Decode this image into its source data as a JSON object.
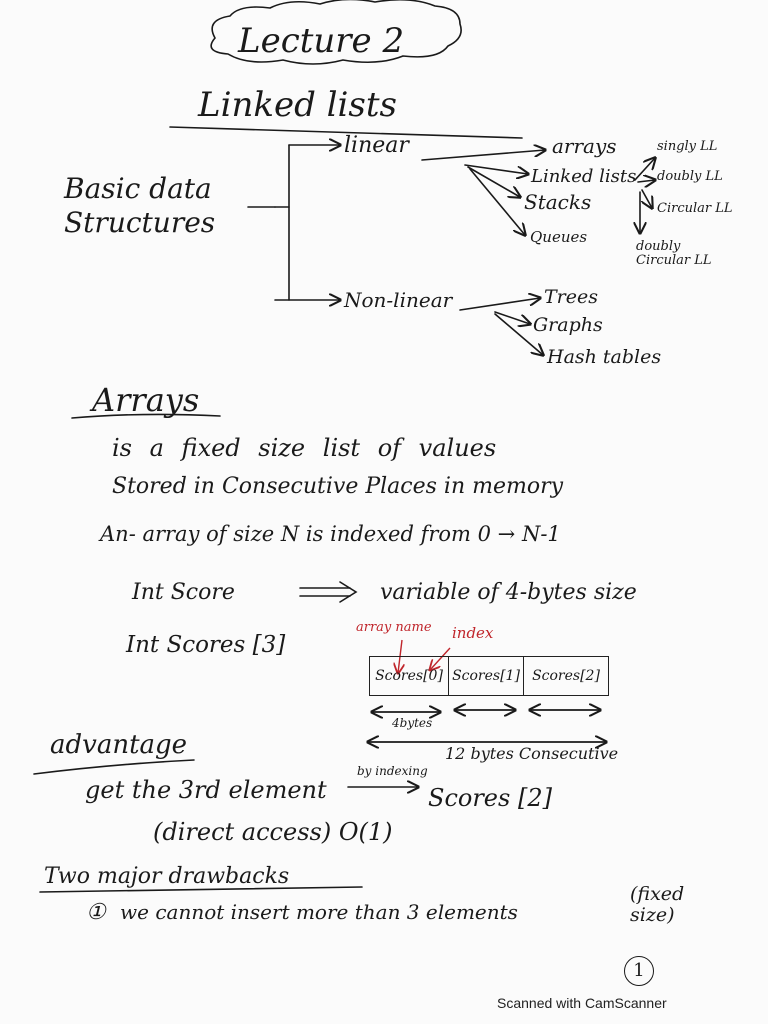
{
  "header": {
    "lecture": "Lecture 2",
    "topic": "Linked lists"
  },
  "tree": {
    "root": "Basic data Structures",
    "linear": "linear",
    "nonlinear": "Non-linear",
    "linear_items": [
      "arrays",
      "Linked lists",
      "Stacks",
      "Queues"
    ],
    "ll_types": [
      "singly LL",
      "doubly LL",
      "Circular LL",
      "doubly Circular LL"
    ],
    "nonlinear_items": [
      "Trees",
      "Graphs",
      "Hash tables"
    ]
  },
  "arrays": {
    "heading": "Arrays",
    "line1": "is a fixed size list of values",
    "line2": "Stored in Consecutive Places in memory",
    "line3": "An- array of size N is indexed from 0 → N-1",
    "line4_left": "Int Score",
    "line4_right": "variable of 4-bytes size",
    "line5": "Int Scores [3]",
    "label_name": "array name",
    "label_index": "index",
    "cells": [
      "Scores[0]",
      "Scores[1]",
      "Scores[2]"
    ],
    "bytes_each": "4bytes",
    "bytes_total": "12 bytes Consecutive"
  },
  "advantage": {
    "heading": "advantage",
    "line1_a": "get the 3rd element",
    "line1_over": "by indexing",
    "line1_b": "Scores [2]",
    "line2": "(direct access) O(1)"
  },
  "drawbacks": {
    "heading": "Two major drawbacks",
    "num": "①",
    "item1": "we cannot insert more than 3 elements",
    "item1_note": "(fixed size)"
  },
  "page_number": "1",
  "footer": "Scanned with CamScanner"
}
